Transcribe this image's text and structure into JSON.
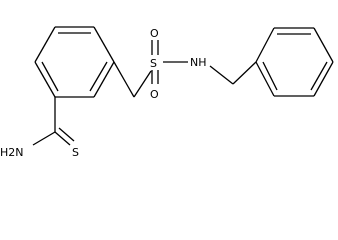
{
  "molecule": {
    "atoms": {
      "sulfur": "S",
      "oxygen_top": "O",
      "oxygen_bottom": "O",
      "nitrogen_h": "NH",
      "amine": "H2N",
      "thione_sulfur": "S"
    }
  }
}
